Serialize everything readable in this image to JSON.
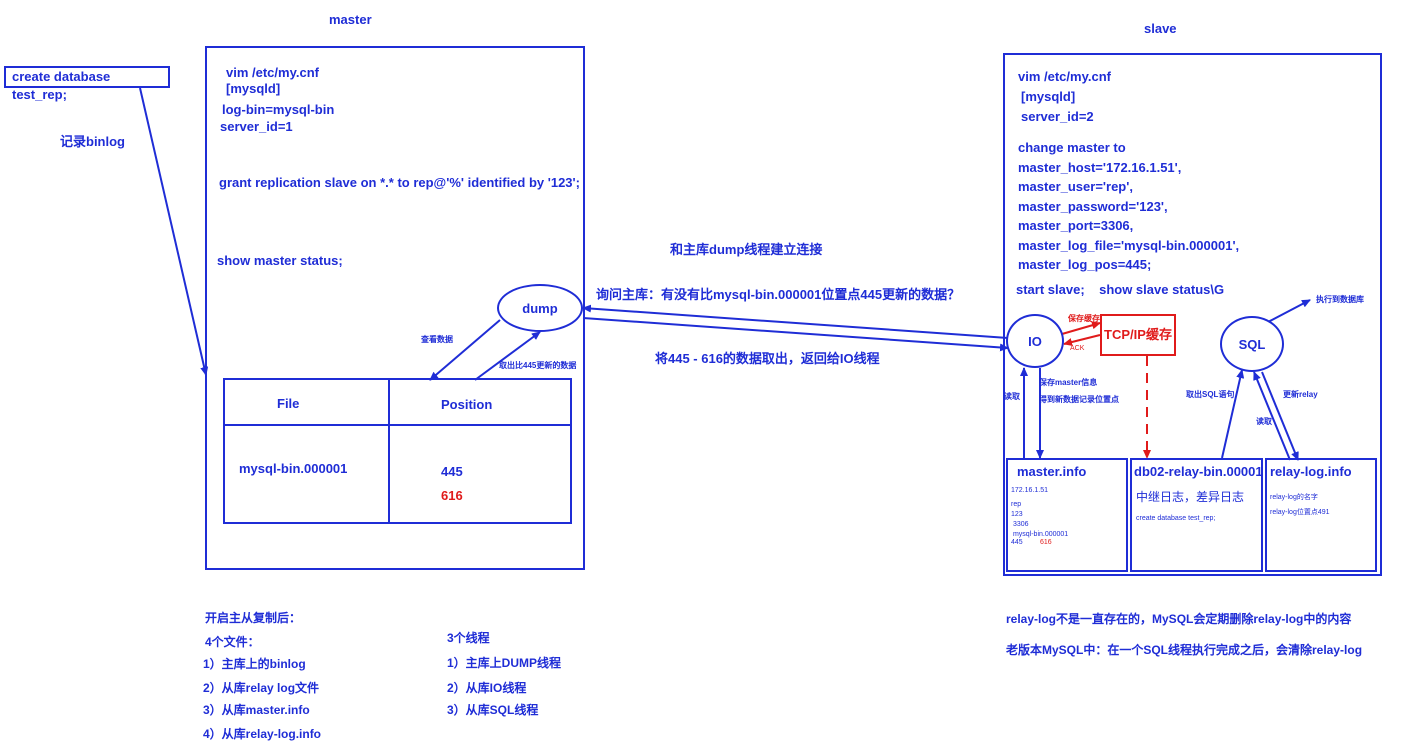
{
  "titles": {
    "master": "master",
    "slave": "slave"
  },
  "create_db": "create database test_rep;",
  "record_binlog": "记录binlog",
  "master_config": {
    "line1": "vim /etc/my.cnf",
    "line2": "[mysqld]",
    "line3": "log-bin=mysql-bin",
    "line4": "server_id=1",
    "grant": "grant replication slave on *.* to rep@'%' identified by '123';",
    "show": "show master status;"
  },
  "dump_label": "dump",
  "view_data": "查看数据",
  "fetch_445": "取出比445更新的数据",
  "binlog_table": {
    "col_file": "File",
    "col_position": "Position",
    "file_value": "mysql-bin.000001",
    "pos_445": "445",
    "pos_616": "616"
  },
  "middle": {
    "establish": "和主库dump线程建立连接",
    "ask": "询问主库：有没有比mysql-bin.000001位置点445更新的数据？",
    "return": "将445 - 616的数据取出，返回给IO线程"
  },
  "slave_config": {
    "lines": [
      "vim /etc/my.cnf",
      "[mysqld]",
      "server_id=2",
      "change master to",
      "master_host='172.16.1.51',",
      "master_user='rep',",
      "master_password='123',",
      "master_port=3306,",
      "master_log_file='mysql-bin.000001',",
      "master_log_pos=445;",
      "start slave;    show slave status\\G"
    ]
  },
  "io_label": "IO",
  "sql_label": "SQL",
  "tcp_cache": "TCP/IP缓存",
  "save_cache": "保存缓存",
  "ack": "ACK",
  "exec_to_db": "执行到数据库",
  "read_left": "读取",
  "save_master_info": "保存master信息",
  "new_data_pos": "得到新数据记录位置点",
  "fetch_sql": "取出SQL语句",
  "read_right": "读取",
  "update_relay": "更新relay",
  "master_info": {
    "title": "master.info",
    "lines": [
      "172.16.1.51",
      "rep",
      "123",
      " 3306",
      " mysql-bin.000001"
    ],
    "pos_a": "445",
    "pos_b": "616"
  },
  "relay_bin": {
    "title": "db02-relay-bin.00001",
    "subtitle": "中继日志，差异日志",
    "content": "create database test_rep;"
  },
  "relay_log_info": {
    "title": "relay-log.info",
    "line1": "relay-log的名字",
    "line2": "relay-log位置点491"
  },
  "after_replication": {
    "heading": "开启主从复制后：",
    "files_heading": "4个文件：",
    "files": [
      "1）主库上的binlog",
      "2）从库relay log文件",
      "3）从库master.info",
      "4）从库relay-log.info"
    ],
    "threads_heading": "3个线程",
    "threads": [
      "1）主库上DUMP线程",
      "2）从库IO线程",
      "3）从库SQL线程"
    ]
  },
  "notes": {
    "note1": "relay-log不是一直存在的，MySQL会定期删除relay-log中的内容",
    "note2": "老版本MySQL中：在一个SQL线程执行完成之后，会清除relay-log"
  },
  "colors": {
    "primary": "#1f2dd6",
    "accent_red": "#e01b1b"
  }
}
